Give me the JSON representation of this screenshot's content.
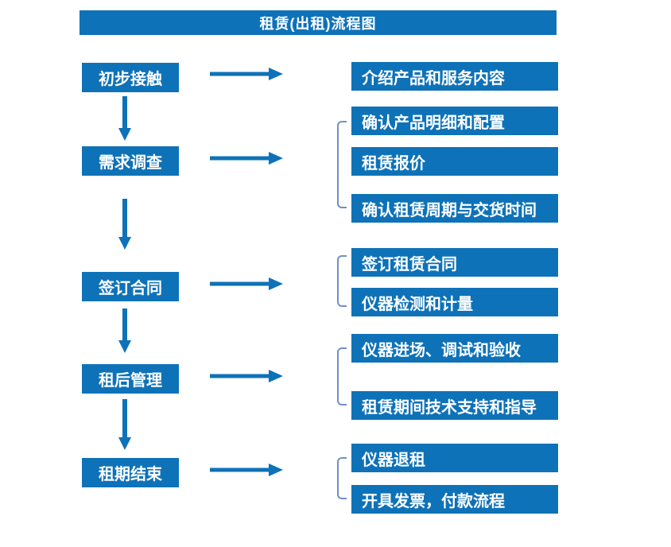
{
  "title": "租赁(出租)流程图",
  "colors": {
    "primary_blue": "#0e72b8",
    "bracket_blue": "#7090c6",
    "text_white": "#ffffff",
    "background": "#ffffff"
  },
  "steps": [
    {
      "label": "初步接触",
      "details": [
        "介绍产品和服务内容"
      ]
    },
    {
      "label": "需求调查",
      "details": [
        "确认产品明细和配置",
        "租赁报价",
        "确认租赁周期与交货时间"
      ]
    },
    {
      "label": "签订合同",
      "details": [
        "签订租赁合同",
        "仪器检测和计量"
      ]
    },
    {
      "label": "租后管理",
      "details": [
        "仪器进场、调试和验收",
        "租赁期间技术支持和指导"
      ]
    },
    {
      "label": "租期结束",
      "details": [
        "仪器退租",
        "开具发票，付款流程"
      ]
    }
  ]
}
